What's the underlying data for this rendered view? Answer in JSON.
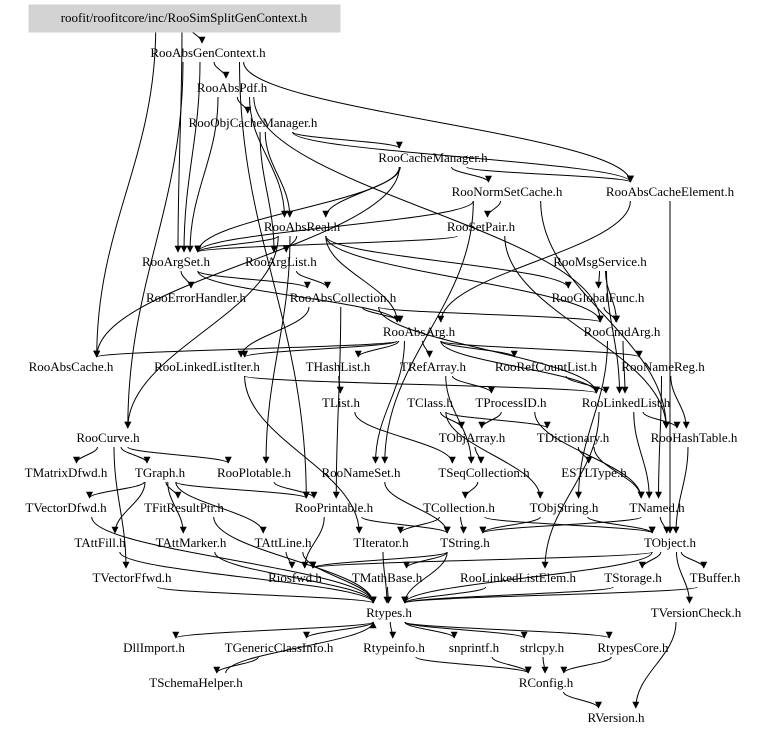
{
  "diagram": {
    "type": "include-dependency-graph",
    "root": "roofit/roofitcore/inc/RooSimSplitGenContext.h",
    "root_fill": "#d3d3d3",
    "edge_color": "#000000",
    "nodes": [
      {
        "id": "root",
        "label": "roofit/roofitcore/inc/RooSimSplitGenContext.h"
      },
      {
        "id": "RooAbsGenContext",
        "label": "RooAbsGenContext.h"
      },
      {
        "id": "RooAbsPdf",
        "label": "RooAbsPdf.h"
      },
      {
        "id": "RooObjCacheManager",
        "label": "RooObjCacheManager.h"
      },
      {
        "id": "RooCacheManager",
        "label": "RooCacheManager.h"
      },
      {
        "id": "RooNormSetCache",
        "label": "RooNormSetCache.h"
      },
      {
        "id": "RooAbsCacheElement",
        "label": "RooAbsCacheElement.h"
      },
      {
        "id": "RooAbsReal",
        "label": "RooAbsReal.h"
      },
      {
        "id": "RooSetPair",
        "label": "RooSetPair.h"
      },
      {
        "id": "RooArgSet",
        "label": "RooArgSet.h"
      },
      {
        "id": "RooArgList",
        "label": "RooArgList.h"
      },
      {
        "id": "RooMsgService",
        "label": "RooMsgService.h"
      },
      {
        "id": "RooErrorHandler",
        "label": "RooErrorHandler.h"
      },
      {
        "id": "RooAbsCollection",
        "label": "RooAbsCollection.h"
      },
      {
        "id": "RooGlobalFunc",
        "label": "RooGlobalFunc.h"
      },
      {
        "id": "RooAbsArg",
        "label": "RooAbsArg.h"
      },
      {
        "id": "RooCmdArg",
        "label": "RooCmdArg.h"
      },
      {
        "id": "RooAbsCache",
        "label": "RooAbsCache.h"
      },
      {
        "id": "RooLinkedListIter",
        "label": "RooLinkedListIter.h"
      },
      {
        "id": "THashList",
        "label": "THashList.h"
      },
      {
        "id": "TRefArray",
        "label": "TRefArray.h"
      },
      {
        "id": "RooRefCountList",
        "label": "RooRefCountList.h"
      },
      {
        "id": "RooNameReg",
        "label": "RooNameReg.h"
      },
      {
        "id": "TList",
        "label": "TList.h"
      },
      {
        "id": "TClass",
        "label": "TClass.h"
      },
      {
        "id": "TProcessID",
        "label": "TProcessID.h"
      },
      {
        "id": "RooLinkedList",
        "label": "RooLinkedList.h"
      },
      {
        "id": "RooCurve",
        "label": "RooCurve.h"
      },
      {
        "id": "TObjArray",
        "label": "TObjArray.h"
      },
      {
        "id": "TDictionary",
        "label": "TDictionary.h"
      },
      {
        "id": "RooHashTable",
        "label": "RooHashTable.h"
      },
      {
        "id": "TMatrixDfwd",
        "label": "TMatrixDfwd.h"
      },
      {
        "id": "TGraph",
        "label": "TGraph.h"
      },
      {
        "id": "RooPlotable",
        "label": "RooPlotable.h"
      },
      {
        "id": "RooNameSet",
        "label": "RooNameSet.h"
      },
      {
        "id": "TSeqCollection",
        "label": "TSeqCollection.h"
      },
      {
        "id": "ESTLType",
        "label": "ESTLType.h"
      },
      {
        "id": "TVectorDfwd",
        "label": "TVectorDfwd.h"
      },
      {
        "id": "TFitResultPtr",
        "label": "TFitResultPtr.h"
      },
      {
        "id": "RooPrintable",
        "label": "RooPrintable.h"
      },
      {
        "id": "TCollection",
        "label": "TCollection.h"
      },
      {
        "id": "TObjString",
        "label": "TObjString.h"
      },
      {
        "id": "TNamed",
        "label": "TNamed.h"
      },
      {
        "id": "TAttFill",
        "label": "TAttFill.h"
      },
      {
        "id": "TAttMarker",
        "label": "TAttMarker.h"
      },
      {
        "id": "TAttLine",
        "label": "TAttLine.h"
      },
      {
        "id": "TIterator",
        "label": "TIterator.h"
      },
      {
        "id": "TString",
        "label": "TString.h"
      },
      {
        "id": "TObject",
        "label": "TObject.h"
      },
      {
        "id": "TVectorFfwd",
        "label": "TVectorFfwd.h"
      },
      {
        "id": "Riosfwd",
        "label": "Riosfwd.h"
      },
      {
        "id": "TMathBase",
        "label": "TMathBase.h"
      },
      {
        "id": "RooLinkedListElem",
        "label": "RooLinkedListElem.h"
      },
      {
        "id": "TStorage",
        "label": "TStorage.h"
      },
      {
        "id": "TBuffer",
        "label": "TBuffer.h"
      },
      {
        "id": "Rtypes",
        "label": "Rtypes.h"
      },
      {
        "id": "TVersionCheck",
        "label": "TVersionCheck.h"
      },
      {
        "id": "DllImport",
        "label": "DllImport.h"
      },
      {
        "id": "TGenericClassInfo",
        "label": "TGenericClassInfo.h"
      },
      {
        "id": "Rtypeinfo",
        "label": "Rtypeinfo.h"
      },
      {
        "id": "snprintf",
        "label": "snprintf.h"
      },
      {
        "id": "strlcpy",
        "label": "strlcpy.h"
      },
      {
        "id": "RtypesCore",
        "label": "RtypesCore.h"
      },
      {
        "id": "TSchemaHelper",
        "label": "TSchemaHelper.h"
      },
      {
        "id": "RConfig",
        "label": "RConfig.h"
      },
      {
        "id": "RVersion",
        "label": "RVersion.h"
      }
    ],
    "edges": [
      [
        "root",
        "RooAbsGenContext"
      ],
      [
        "root",
        "RooArgSet"
      ],
      [
        "root",
        "RooAbsCache"
      ],
      [
        "RooAbsGenContext",
        "RooAbsPdf"
      ],
      [
        "RooAbsGenContext",
        "RooArgSet"
      ],
      [
        "RooAbsGenContext",
        "RooPrintable"
      ],
      [
        "RooAbsGenContext",
        "RooAbsCacheElement"
      ],
      [
        "RooAbsGenContext",
        "RooCurve"
      ],
      [
        "RooAbsPdf",
        "RooObjCacheManager"
      ],
      [
        "RooAbsPdf",
        "RooAbsReal"
      ],
      [
        "RooAbsPdf",
        "RooArgSet"
      ],
      [
        "RooAbsPdf",
        "RooCmdArg"
      ],
      [
        "RooObjCacheManager",
        "RooCacheManager"
      ],
      [
        "RooObjCacheManager",
        "RooAbsReal"
      ],
      [
        "RooObjCacheManager",
        "RooArgList"
      ],
      [
        "RooObjCacheManager",
        "RooAbsCacheElement"
      ],
      [
        "RooCacheManager",
        "RooNormSetCache"
      ],
      [
        "RooCacheManager",
        "RooAbsCacheElement"
      ],
      [
        "RooCacheManager",
        "RooArgSet"
      ],
      [
        "RooCacheManager",
        "RooAbsCache"
      ],
      [
        "RooCacheManager",
        "RooAbsReal"
      ],
      [
        "RooNormSetCache",
        "RooSetPair"
      ],
      [
        "RooNormSetCache",
        "RooArgSet"
      ],
      [
        "RooNormSetCache",
        "RooNameSet"
      ],
      [
        "RooNormSetCache",
        "RooHashTable"
      ],
      [
        "RooAbsCacheElement",
        "RooAbsArg"
      ],
      [
        "RooAbsCacheElement",
        "TObject"
      ],
      [
        "RooAbsReal",
        "RooArgSet"
      ],
      [
        "RooAbsReal",
        "RooArgList"
      ],
      [
        "RooAbsReal",
        "RooAbsArg"
      ],
      [
        "RooAbsReal",
        "RooCmdArg"
      ],
      [
        "RooAbsReal",
        "RooGlobalFunc"
      ],
      [
        "RooAbsReal",
        "RooCurve"
      ],
      [
        "RooAbsReal",
        "RooPlotable"
      ],
      [
        "RooSetPair",
        "RooArgSet"
      ],
      [
        "RooSetPair",
        "RooHashTable"
      ],
      [
        "RooArgSet",
        "RooErrorHandler"
      ],
      [
        "RooArgSet",
        "RooAbsCollection"
      ],
      [
        "RooArgSet",
        "RooAbsArg"
      ],
      [
        "RooArgList",
        "RooAbsCollection"
      ],
      [
        "RooMsgService",
        "RooGlobalFunc"
      ],
      [
        "RooMsgService",
        "RooCmdArg"
      ],
      [
        "RooMsgService",
        "RooLinkedList"
      ],
      [
        "RooAbsCollection",
        "RooAbsArg"
      ],
      [
        "RooAbsCollection",
        "RooLinkedList"
      ],
      [
        "RooAbsCollection",
        "RooLinkedListIter"
      ],
      [
        "RooAbsCollection",
        "RooCmdArg"
      ],
      [
        "RooAbsCollection",
        "RooPrintable"
      ],
      [
        "RooGlobalFunc",
        "RooCmdArg"
      ],
      [
        "RooAbsArg",
        "RooLinkedListIter"
      ],
      [
        "RooAbsArg",
        "THashList"
      ],
      [
        "RooAbsArg",
        "TRefArray"
      ],
      [
        "RooAbsArg",
        "RooRefCountList"
      ],
      [
        "RooAbsArg",
        "RooNameReg"
      ],
      [
        "RooAbsArg",
        "RooLinkedList"
      ],
      [
        "RooAbsArg",
        "RooNameSet"
      ],
      [
        "RooAbsArg",
        "RooAbsCache"
      ],
      [
        "RooCmdArg",
        "TObjString"
      ],
      [
        "RooCmdArg",
        "RooLinkedList"
      ],
      [
        "RooLinkedListIter",
        "RooLinkedList"
      ],
      [
        "RooLinkedListIter",
        "TIterator"
      ],
      [
        "THashList",
        "TList"
      ],
      [
        "TRefArray",
        "TProcessID"
      ],
      [
        "TRefArray",
        "TSeqCollection"
      ],
      [
        "RooRefCountList",
        "RooLinkedList"
      ],
      [
        "RooNameReg",
        "RooHashTable"
      ],
      [
        "RooNameReg",
        "TNamed"
      ],
      [
        "TList",
        "TSeqCollection"
      ],
      [
        "TClass",
        "TObjArray"
      ],
      [
        "TClass",
        "TDictionary"
      ],
      [
        "TClass",
        "TObjString"
      ],
      [
        "TProcessID",
        "TNamed"
      ],
      [
        "TProcessID",
        "TObjArray"
      ],
      [
        "RooLinkedList",
        "RooHashTable"
      ],
      [
        "RooLinkedList",
        "TNamed"
      ],
      [
        "RooLinkedList",
        "RooLinkedListElem"
      ],
      [
        "RooCurve",
        "TMatrixDfwd"
      ],
      [
        "RooCurve",
        "TGraph"
      ],
      [
        "RooCurve",
        "RooPlotable"
      ],
      [
        "RooCurve",
        "TVectorFfwd"
      ],
      [
        "TObjArray",
        "TSeqCollection"
      ],
      [
        "TDictionary",
        "ESTLType"
      ],
      [
        "TDictionary",
        "TNamed"
      ],
      [
        "RooHashTable",
        "TObject"
      ],
      [
        "TGraph",
        "TVectorDfwd"
      ],
      [
        "TGraph",
        "TFitResultPtr"
      ],
      [
        "TGraph",
        "TAttFill"
      ],
      [
        "TGraph",
        "TAttMarker"
      ],
      [
        "TGraph",
        "TAttLine"
      ],
      [
        "TGraph",
        "RooPrintable"
      ],
      [
        "RooPlotable",
        "RooPrintable"
      ],
      [
        "RooNameSet",
        "TString"
      ],
      [
        "TSeqCollection",
        "TCollection"
      ],
      [
        "TVectorDfwd",
        "Rtypes"
      ],
      [
        "TFitResultPtr",
        "Rtypes"
      ],
      [
        "RooPrintable",
        "Riosfwd"
      ],
      [
        "RooPrintable",
        "TString"
      ],
      [
        "TCollection",
        "TString"
      ],
      [
        "TCollection",
        "TObject"
      ],
      [
        "TCollection",
        "TIterator"
      ],
      [
        "TObjString",
        "TString"
      ],
      [
        "TObjString",
        "TObject"
      ],
      [
        "TNamed",
        "TString"
      ],
      [
        "TNamed",
        "TObject"
      ],
      [
        "TAttFill",
        "Rtypes"
      ],
      [
        "TAttMarker",
        "Rtypes"
      ],
      [
        "TAttLine",
        "Rtypes"
      ],
      [
        "TAttLine",
        "Riosfwd"
      ],
      [
        "TIterator",
        "Rtypes"
      ],
      [
        "TString",
        "TMathBase"
      ],
      [
        "TString",
        "Riosfwd"
      ],
      [
        "TString",
        "Rtypes"
      ],
      [
        "TObject",
        "TStorage"
      ],
      [
        "TObject",
        "TBuffer"
      ],
      [
        "TObject",
        "TVersionCheck"
      ],
      [
        "TObject",
        "Riosfwd"
      ],
      [
        "TObject",
        "Rtypes"
      ],
      [
        "TVectorFfwd",
        "Rtypes"
      ],
      [
        "TMathBase",
        "Rtypes"
      ],
      [
        "RooLinkedListElem",
        "Rtypes"
      ],
      [
        "TStorage",
        "Rtypes"
      ],
      [
        "TBuffer",
        "Rtypes"
      ],
      [
        "Rtypes",
        "DllImport"
      ],
      [
        "Rtypes",
        "TGenericClassInfo"
      ],
      [
        "Rtypes",
        "Rtypeinfo"
      ],
      [
        "Rtypes",
        "snprintf"
      ],
      [
        "Rtypes",
        "strlcpy"
      ],
      [
        "Rtypes",
        "RtypesCore"
      ],
      [
        "TGenericClassInfo",
        "TSchemaHelper"
      ],
      [
        "TSchemaHelper",
        "Rtypes"
      ],
      [
        "Rtypeinfo",
        "RConfig"
      ],
      [
        "snprintf",
        "RConfig"
      ],
      [
        "strlcpy",
        "RConfig"
      ],
      [
        "RtypesCore",
        "RConfig"
      ],
      [
        "RConfig",
        "RVersion"
      ],
      [
        "TVersionCheck",
        "RVersion"
      ]
    ]
  }
}
